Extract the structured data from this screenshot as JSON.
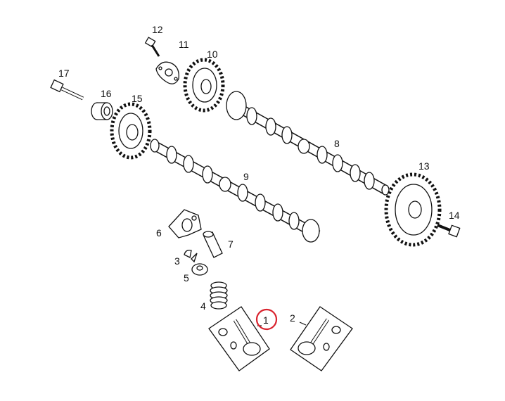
{
  "diagram": {
    "labels": {
      "p1": "1",
      "p2": "2",
      "p3": "3",
      "p4": "4",
      "p5": "5",
      "p6": "6",
      "p7": "7",
      "p8": "8",
      "p9": "9",
      "p10": "10",
      "p11": "11",
      "p12": "12",
      "p13": "13",
      "p14": "14",
      "p15": "15",
      "p16": "16",
      "p17": "17"
    },
    "highlighted_part": "1",
    "highlight_color": "#d9232e"
  }
}
